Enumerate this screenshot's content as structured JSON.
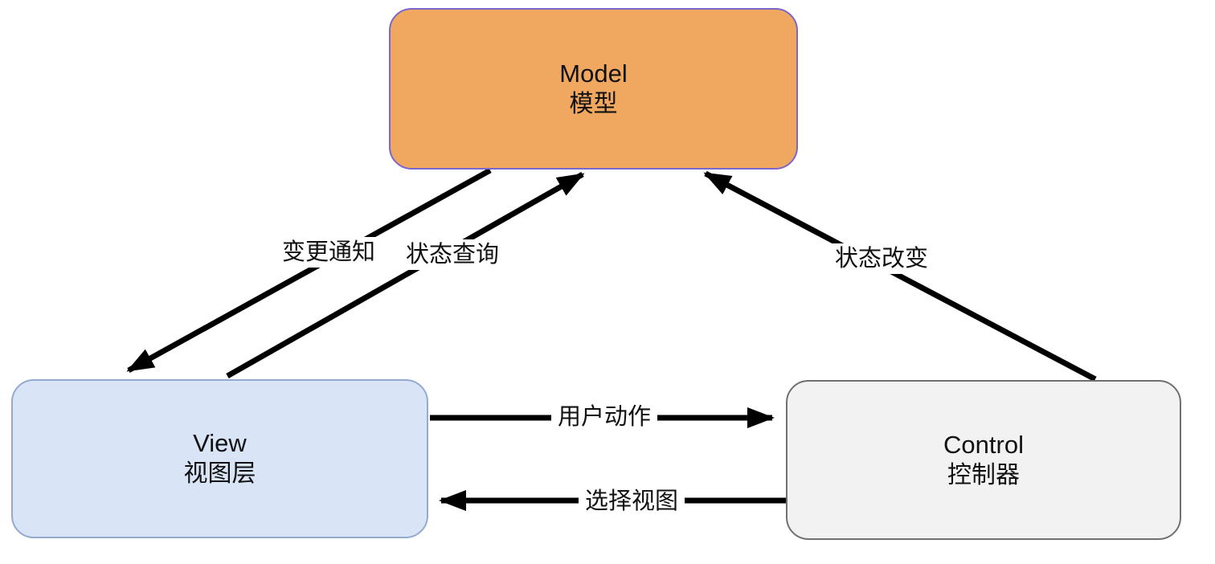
{
  "diagram": {
    "background": "#FFFFFF",
    "arrow_color": "#000000",
    "nodes": {
      "model": {
        "title": "Model",
        "subtitle": "模型",
        "fill": "#F0A860",
        "border": "#7C66CB"
      },
      "view": {
        "title": "View",
        "subtitle": "视图层",
        "fill": "#D9E5F7",
        "border": "#95AACE"
      },
      "control": {
        "title": "Control",
        "subtitle": "控制器",
        "fill": "#F2F2F2",
        "border": "#707070"
      }
    },
    "edges": [
      {
        "label": "变更通知",
        "from": "Model",
        "to": "View"
      },
      {
        "label": "状态查询",
        "from": "View",
        "to": "Model"
      },
      {
        "label": "状态改变",
        "from": "Control",
        "to": "Model"
      },
      {
        "label": "用户动作",
        "from": "View",
        "to": "Control"
      },
      {
        "label": "选择视图",
        "from": "Control",
        "to": "View"
      }
    ]
  }
}
